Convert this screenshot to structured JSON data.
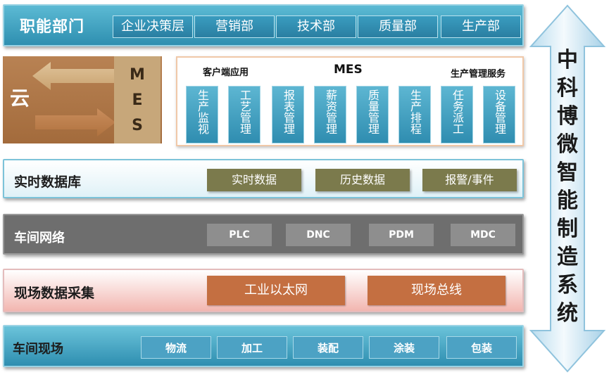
{
  "departments": {
    "title": "职能部门",
    "items": [
      "企业决策层",
      "营销部",
      "技术部",
      "质量部",
      "生产部"
    ]
  },
  "mes_section": {
    "cloud_label": "云",
    "mes_letters": [
      "M",
      "E",
      "S"
    ],
    "client_label": "客户端应用",
    "mes_title": "MES",
    "service_label": "生产管理服务",
    "modules": [
      "生产监视",
      "工艺管理",
      "报表管理",
      "薪资管理",
      "质量管理",
      "生产排程",
      "任务派工",
      "设备管理"
    ]
  },
  "realtime_db": {
    "title": "实时数据库",
    "items": [
      "实时数据",
      "历史数据",
      "报警/事件"
    ]
  },
  "workshop_network": {
    "title": "车间网络",
    "items": [
      "PLC",
      "DNC",
      "PDM",
      "MDC"
    ]
  },
  "field_collection": {
    "title": "现场数据采集",
    "items": [
      "工业以太网",
      "现场总线"
    ]
  },
  "workshop_floor": {
    "title": "车间现场",
    "items": [
      "物流",
      "加工",
      "装配",
      "涂装",
      "包装"
    ]
  },
  "side_label": "中科博微智能制造系统"
}
